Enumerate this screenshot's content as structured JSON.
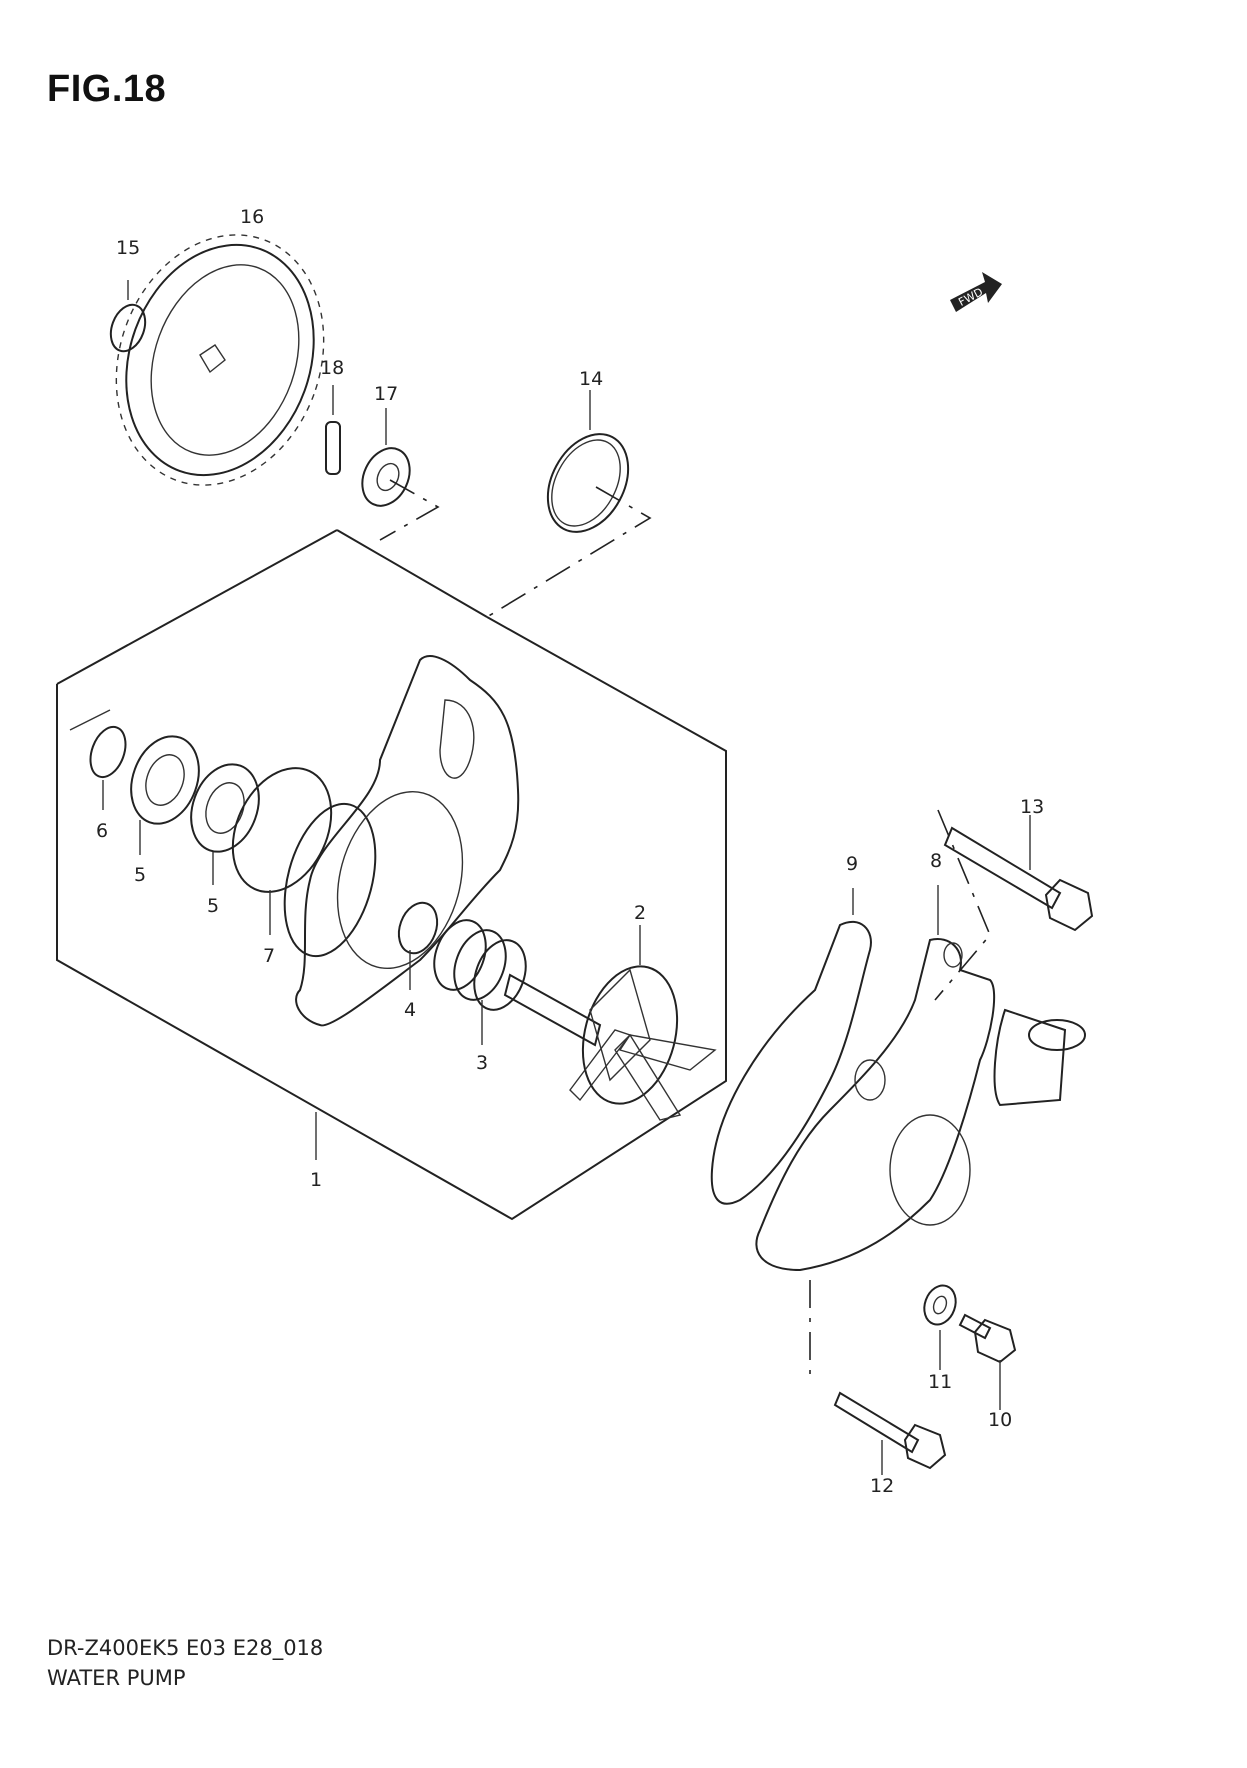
{
  "figure": {
    "title": "FIG.18"
  },
  "fwd_badge": {
    "label": "FWD"
  },
  "callouts": [
    "1",
    "2",
    "3",
    "4",
    "5",
    "5",
    "6",
    "7",
    "8",
    "9",
    "10",
    "11",
    "12",
    "13",
    "14",
    "15",
    "16",
    "17",
    "18"
  ],
  "footer": {
    "model_code": "DR-Z400EK5 E03 E28_018",
    "section_name": "WATER PUMP"
  }
}
